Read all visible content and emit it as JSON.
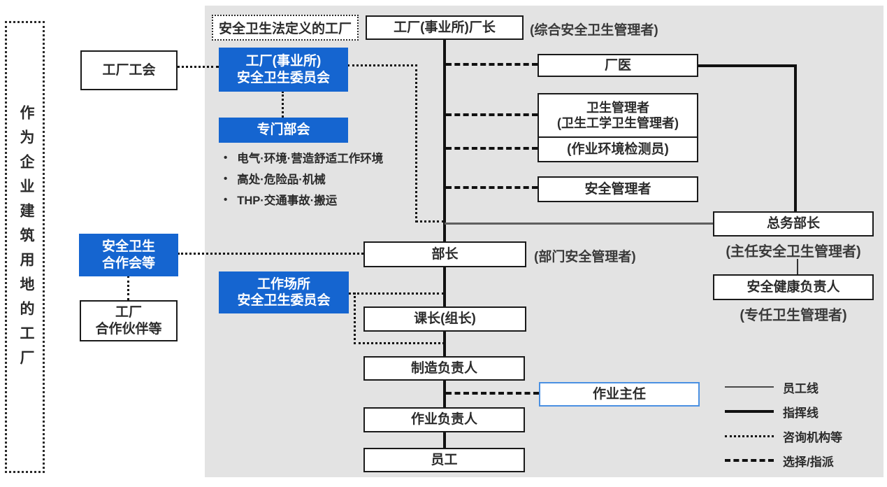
{
  "colors": {
    "accent": "#1565d0",
    "accent2": "#4a90e2",
    "panel": "#e3e3e3"
  },
  "left_region": {
    "label": "作为企业建筑用地的工厂"
  },
  "header": {
    "dashed_label": "安全卫生法定义的工厂",
    "plant_manager": "工厂(事业所)厂长",
    "plant_manager_caption": "(综合安全卫生管理者)"
  },
  "nodes": {
    "union": "工厂工会",
    "factory_committee": {
      "lines": [
        "工厂(事业所)",
        "安全卫生委员会"
      ]
    },
    "specialist": "专门部会",
    "doctor": "厂医",
    "hygiene_manager": {
      "lines": [
        "卫生管理者",
        "(卫生工学卫生管理者)"
      ]
    },
    "env_inspector": "(作业环境检测员)",
    "safety_manager": "安全管理者",
    "general_affairs": "总务部长",
    "general_affairs_caption": "(主任安全卫生管理者)",
    "safety_health": "安全健康负责人",
    "safety_health_caption": "(专任卫生管理者)",
    "cooperation": {
      "lines": [
        "安全卫生",
        "合作会等"
      ]
    },
    "partners": {
      "lines": [
        "工厂",
        "合作伙伴等"
      ]
    },
    "department": "部长",
    "department_caption": "(部门安全管理者)",
    "workplace_committee": {
      "lines": [
        "工作场所",
        "安全卫生委员会"
      ]
    },
    "section_chief": "课长(组长)",
    "manufacturing": "制造负责人",
    "operations_chief": "作业主任",
    "operations_manager": "作业负责人",
    "employee": "员工"
  },
  "specialist_panel": {
    "bullet_char": "•",
    "items": [
      "电气·环境·营造舒适工作环境",
      "高处·危险品·机械",
      "THP·交通事故·搬运"
    ]
  },
  "legend": {
    "items": [
      {
        "label": "员工线",
        "style": "thin-solid"
      },
      {
        "label": "指挥线",
        "style": "thick-solid"
      },
      {
        "label": "咨询机构等",
        "style": "dotted"
      },
      {
        "label": "选择/指派",
        "style": "dashed"
      }
    ]
  }
}
